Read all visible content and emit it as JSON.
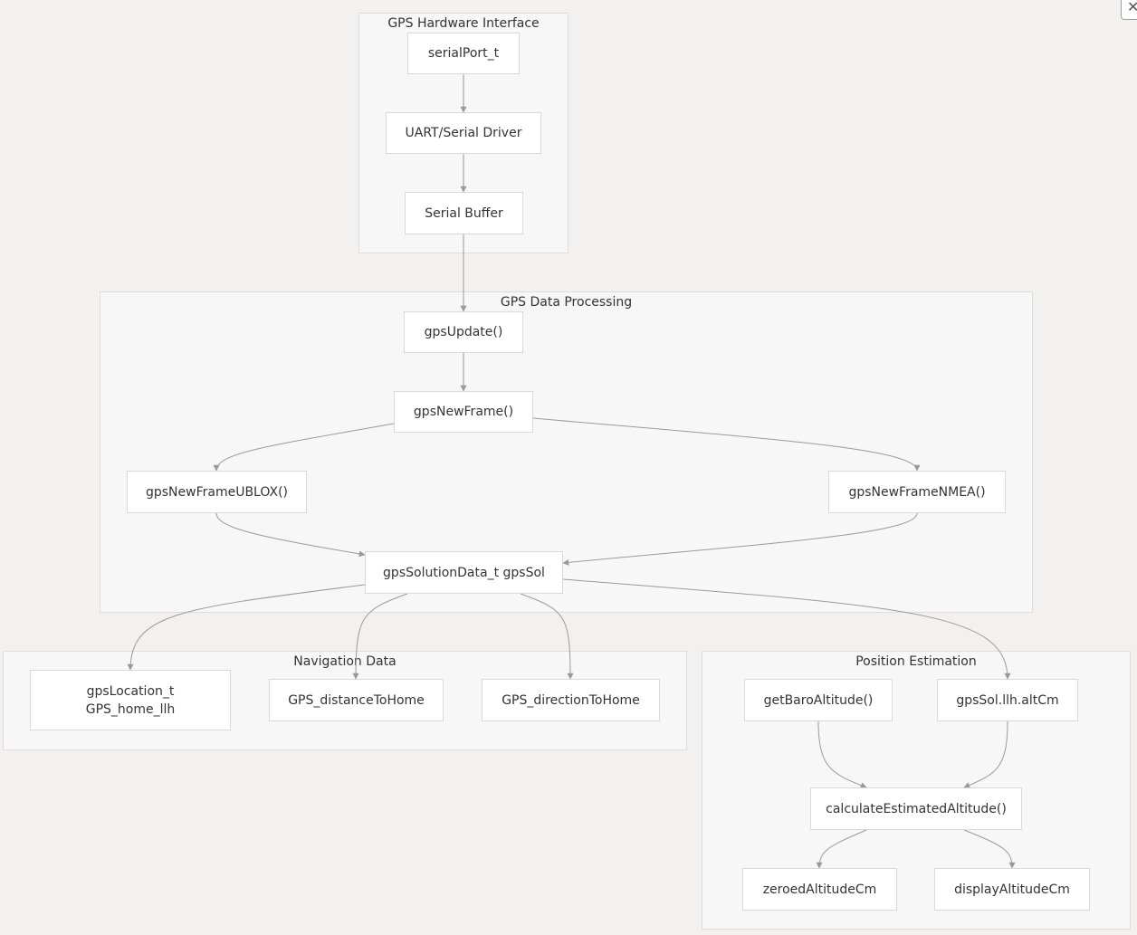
{
  "groups": {
    "hardware": "GPS Hardware Interface",
    "processing": "GPS Data Processing",
    "navigation": "Navigation Data",
    "position": "Position Estimation"
  },
  "nodes": {
    "serialPort": "serialPort_t",
    "uart": "UART/Serial Driver",
    "serialBuffer": "Serial Buffer",
    "gpsUpdate": "gpsUpdate()",
    "gpsNewFrame": "gpsNewFrame()",
    "gpsNewFrameUBLOX": "gpsNewFrameUBLOX()",
    "gpsNewFrameNMEA": "gpsNewFrameNMEA()",
    "gpsSol": "gpsSolutionData_t gpsSol",
    "gpsLocation_line1": "gpsLocation_t",
    "gpsLocation_line2": "GPS_home_llh",
    "distanceToHome": "GPS_distanceToHome",
    "directionToHome": "GPS_directionToHome",
    "baroAltitude": "getBaroAltitude()",
    "altCm": "gpsSol.llh.altCm",
    "estimatedAltitude": "calculateEstimatedAltitude()",
    "zeroedAltitude": "zeroedAltitudeCm",
    "displayAltitude": "displayAltitudeCm"
  },
  "edges": [
    {
      "from": "serialPort",
      "to": "uart"
    },
    {
      "from": "uart",
      "to": "serialBuffer"
    },
    {
      "from": "serialBuffer",
      "to": "gpsUpdate"
    },
    {
      "from": "gpsUpdate",
      "to": "gpsNewFrame"
    },
    {
      "from": "gpsNewFrame",
      "to": "gpsNewFrameUBLOX"
    },
    {
      "from": "gpsNewFrame",
      "to": "gpsNewFrameNMEA"
    },
    {
      "from": "gpsNewFrameUBLOX",
      "to": "gpsSol"
    },
    {
      "from": "gpsNewFrameNMEA",
      "to": "gpsSol"
    },
    {
      "from": "gpsSol",
      "to": "gpsLocation"
    },
    {
      "from": "gpsSol",
      "to": "distanceToHome"
    },
    {
      "from": "gpsSol",
      "to": "directionToHome"
    },
    {
      "from": "gpsSol",
      "to": "altCm"
    },
    {
      "from": "baroAltitude",
      "to": "estimatedAltitude"
    },
    {
      "from": "altCm",
      "to": "estimatedAltitude"
    },
    {
      "from": "estimatedAltitude",
      "to": "zeroedAltitude"
    },
    {
      "from": "estimatedAltitude",
      "to": "displayAltitude"
    }
  ],
  "close_button": "✕",
  "colors": {
    "edge": "#9a9a9a",
    "node_border": "#d9d9d9",
    "group_fill": "#f7f7f7",
    "background": "#f2f1ef"
  }
}
